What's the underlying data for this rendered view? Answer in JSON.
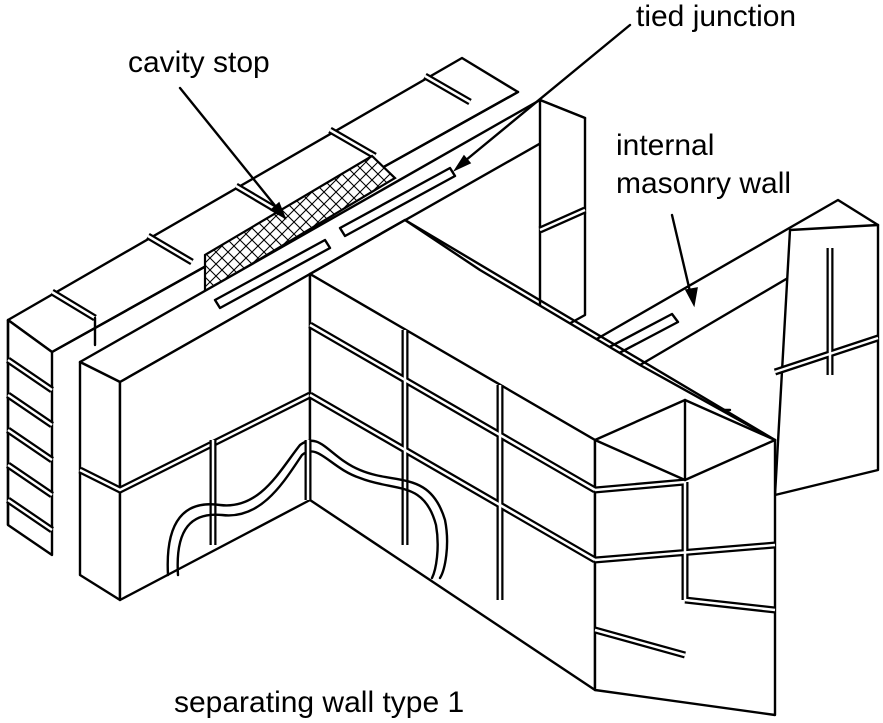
{
  "labels": {
    "tied_junction": "tied junction",
    "cavity_stop": "cavity stop",
    "internal_wall_line1": "internal",
    "internal_wall_line2": "masonry wall",
    "caption": "separating wall type 1"
  },
  "colors": {
    "line": "#000000",
    "background": "#ffffff"
  }
}
